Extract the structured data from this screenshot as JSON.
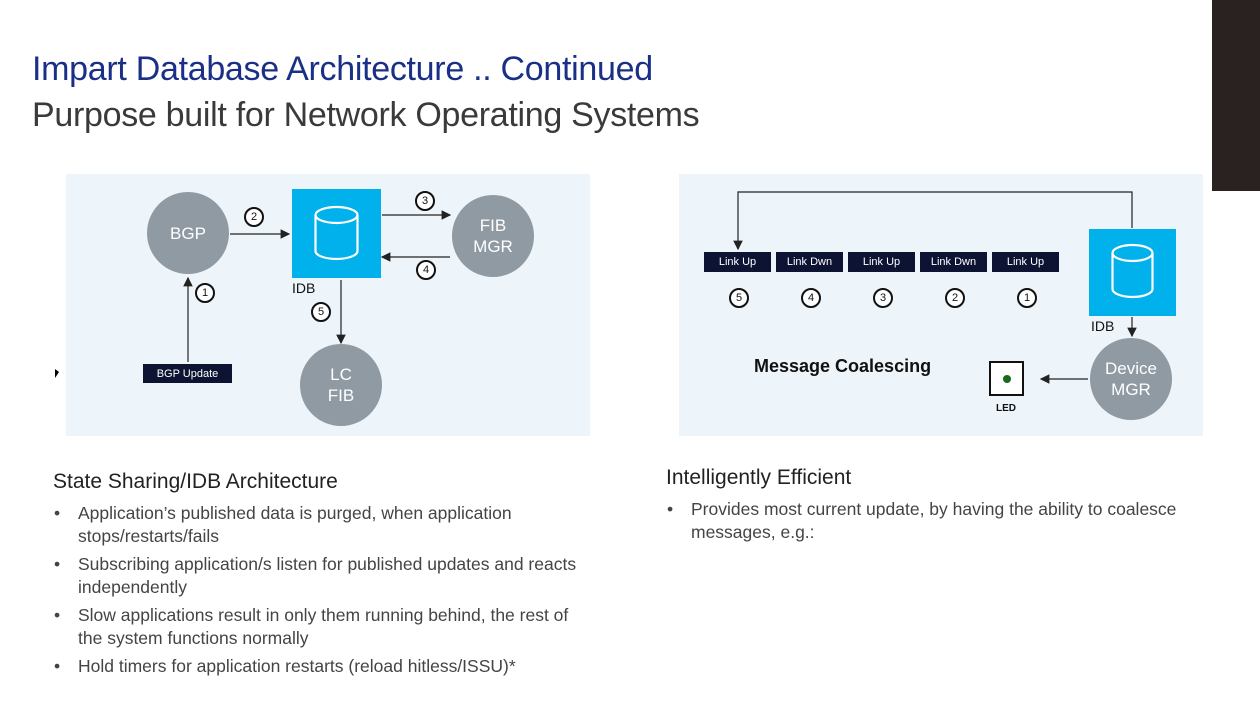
{
  "slide": {
    "title": "Impart Database Architecture .. Continued",
    "subtitle": "Purpose built for Network Operating Systems"
  },
  "left_diagram": {
    "bgp": "BGP",
    "idb_label": "IDB",
    "fib_mgr_line1": "FIB",
    "fib_mgr_line2": "MGR",
    "lc_fib_line1": "LC",
    "lc_fib_line2": "FIB",
    "bgp_update": "BGP Update",
    "steps": [
      "1",
      "2",
      "3",
      "4",
      "5"
    ]
  },
  "right_diagram": {
    "messages": [
      {
        "label": "Link Up",
        "step": "5"
      },
      {
        "label": "Link Dwn",
        "step": "4"
      },
      {
        "label": "Link Up",
        "step": "3"
      },
      {
        "label": "Link Dwn",
        "step": "2"
      },
      {
        "label": "Link Up",
        "step": "1"
      }
    ],
    "coalescing_label": "Message Coalescing",
    "idb_label": "IDB",
    "device_mgr_line1": "Device",
    "device_mgr_line2": "MGR",
    "led_label": "LED"
  },
  "left_section": {
    "heading": "State Sharing/IDB Architecture",
    "bullets": [
      "Application’s published data is purged, when application stops/restarts/fails",
      "Subscribing application/s listen for published updates and reacts independently",
      "Slow applications result in only them running behind, the rest of the system functions normally",
      "Hold timers for application restarts (reload hitless/ISSU)*"
    ]
  },
  "right_section": {
    "heading": "Intelligently Efficient",
    "bullets": [
      "Provides most current update, by having the ability to coalesce messages, e.g.:"
    ]
  },
  "colors": {
    "title": "#1a2f86",
    "idb": "#00b1ec",
    "node": "#8f9aa3",
    "tag": "#0d1333",
    "panel": "#eef5fa",
    "led": "#1a6a1a"
  }
}
